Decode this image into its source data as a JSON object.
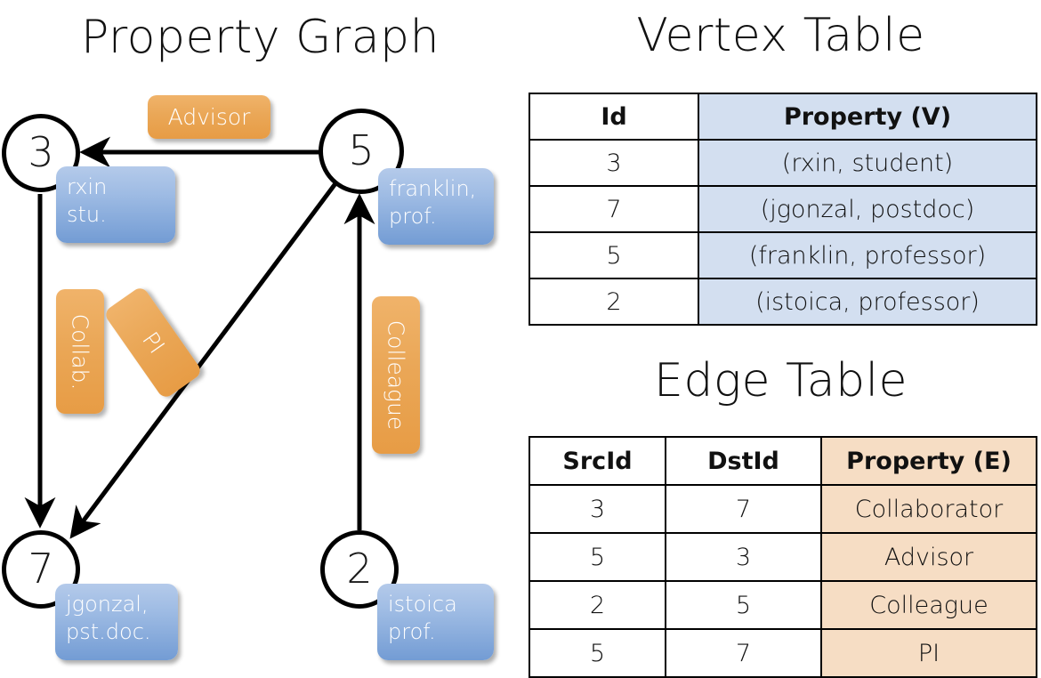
{
  "titles": {
    "property_graph": "Property Graph",
    "vertex_table": "Vertex Table",
    "edge_table": "Edge Table"
  },
  "graph": {
    "nodes": [
      {
        "id": "3",
        "property_line1": "rxin",
        "property_line2": "stu."
      },
      {
        "id": "5",
        "property_line1": "franklin,",
        "property_line2": "prof."
      },
      {
        "id": "7",
        "property_line1": "jgonzal,",
        "property_line2": "pst.doc."
      },
      {
        "id": "2",
        "property_line1": "istoica",
        "property_line2": "prof."
      }
    ],
    "edge_labels": [
      {
        "label": "Advisor"
      },
      {
        "label": "Collab."
      },
      {
        "label": "PI"
      },
      {
        "label": "Colleague"
      }
    ]
  },
  "vertex_table": {
    "headers": [
      "Id",
      "Property (V)"
    ],
    "rows": [
      {
        "id": "3",
        "property": "(rxin, student)"
      },
      {
        "id": "7",
        "property": "(jgonzal, postdoc)"
      },
      {
        "id": "5",
        "property": "(franklin, professor)"
      },
      {
        "id": "2",
        "property": "(istoica, professor)"
      }
    ]
  },
  "edge_table": {
    "headers": [
      "SrcId",
      "DstId",
      "Property (E)"
    ],
    "rows": [
      {
        "src": "3",
        "dst": "7",
        "property": "Collaborator"
      },
      {
        "src": "5",
        "dst": "3",
        "property": "Advisor"
      },
      {
        "src": "2",
        "dst": "5",
        "property": "Colleague"
      },
      {
        "src": "5",
        "dst": "7",
        "property": "PI"
      }
    ]
  },
  "colors": {
    "vertex_fill": "#d3dff0",
    "edge_fill": "#f6ddc4",
    "node_box_blue": "#739cd4",
    "edge_label_orange": "#eaa757",
    "stroke": "#000000"
  }
}
